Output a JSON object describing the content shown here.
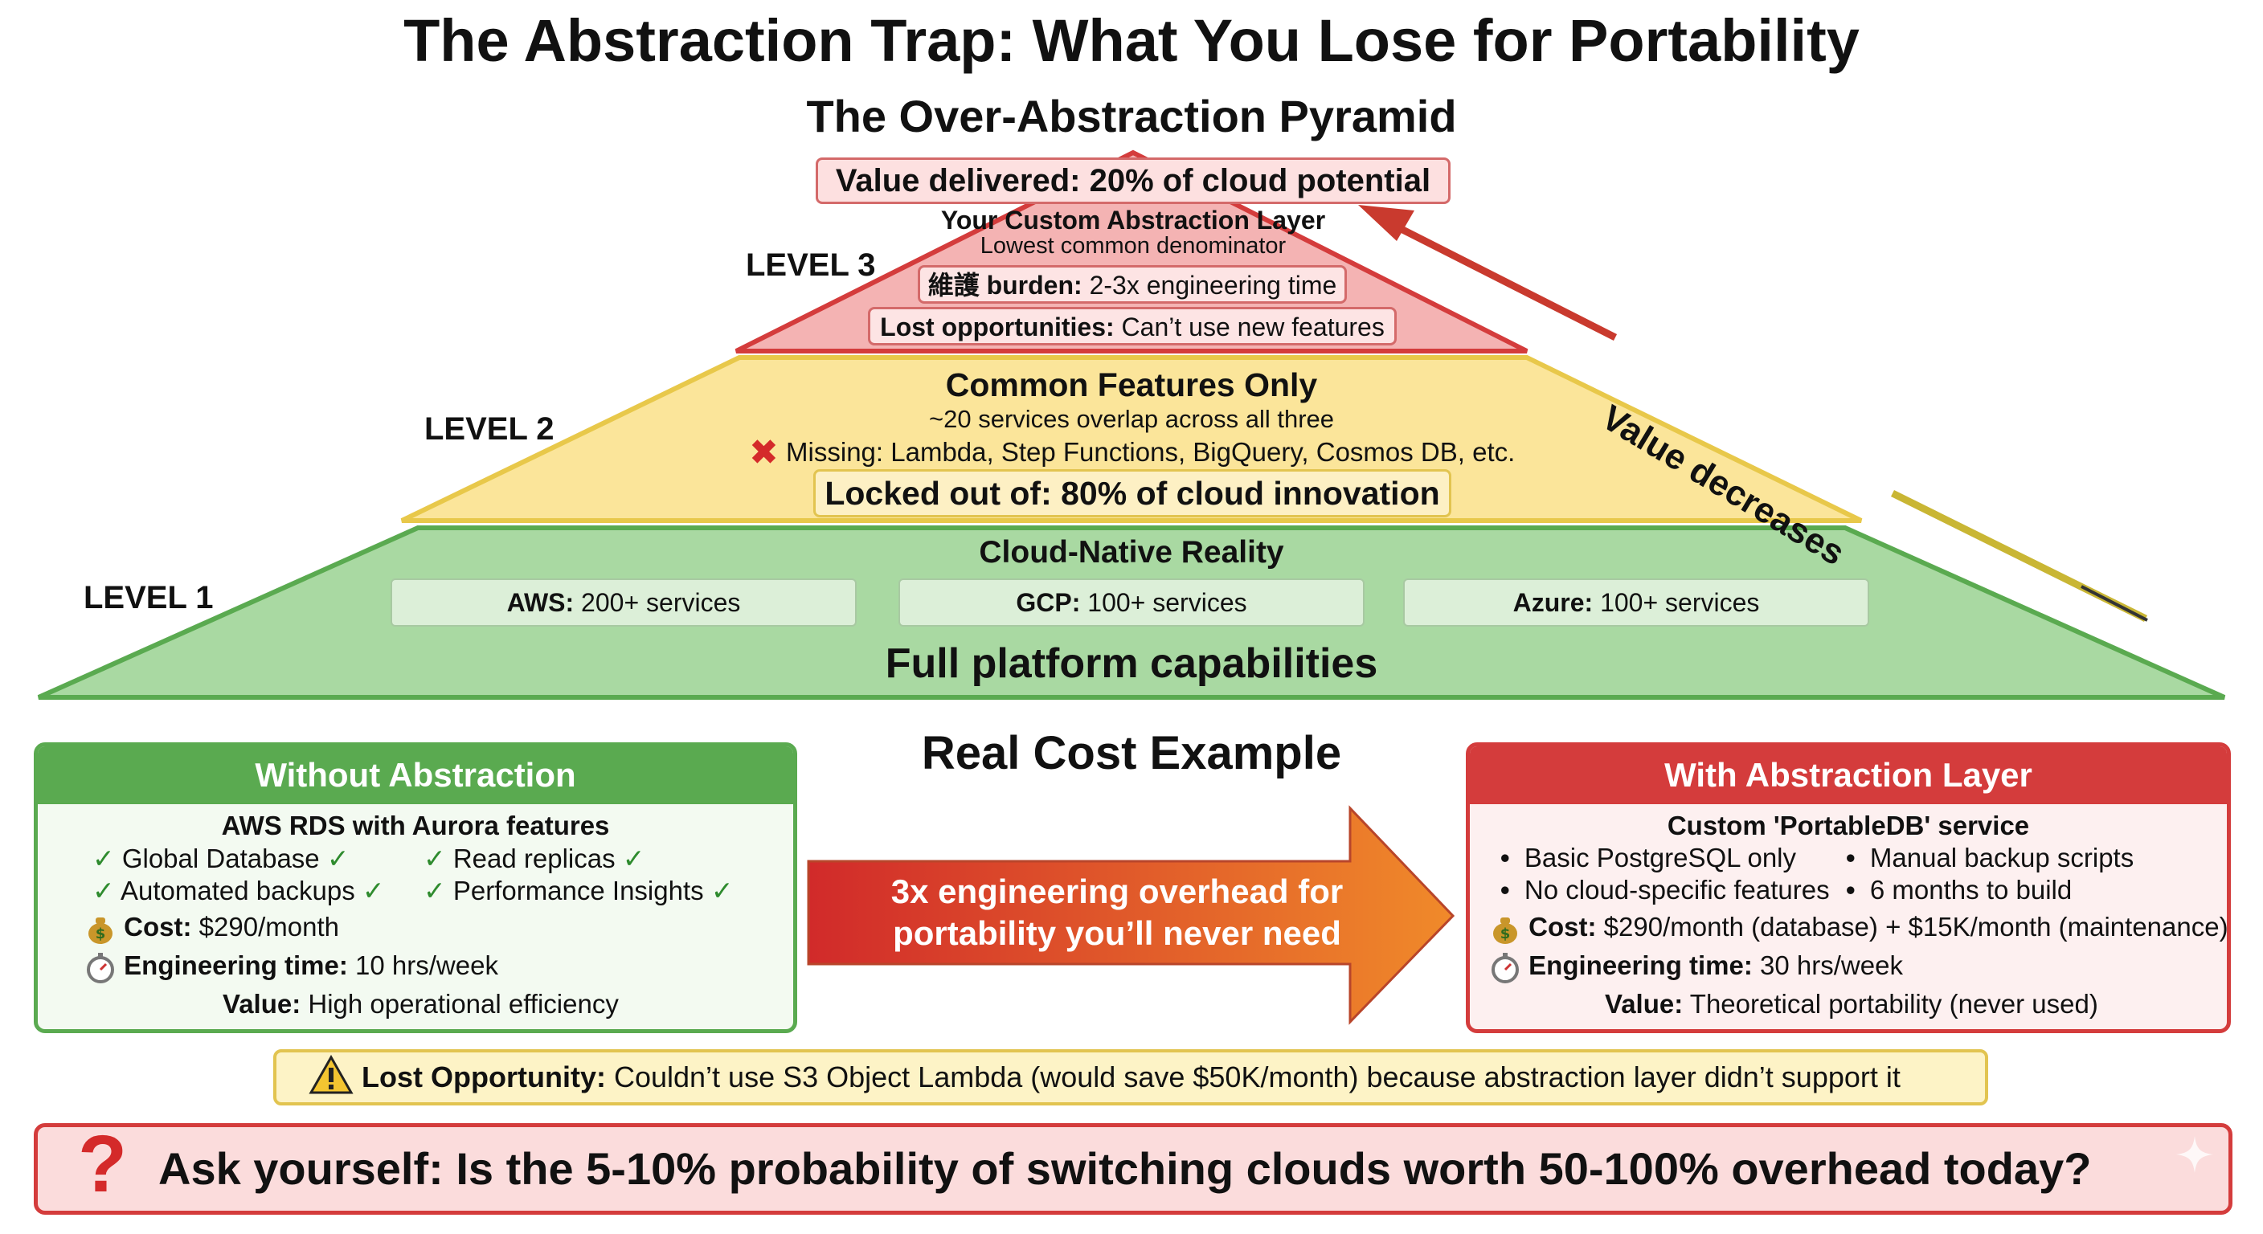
{
  "title": "The Abstraction Trap: What You Lose for Portability",
  "pyramid": {
    "title": "The Over-Abstraction Pyramid",
    "value_delivered": "Value delivered: 20% of cloud potential",
    "level3": {
      "label": "LEVEL 3",
      "heading": "Your Custom Abstraction Layer",
      "subheading": "Lowest common denominator",
      "burden_bold": "維護 burden:",
      "burden_text": " 2-3x engineering time",
      "lost_bold": "Lost opportunities:",
      "lost_text": " Can’t use new features"
    },
    "level2": {
      "label": "LEVEL 2",
      "heading": "Common Features Only",
      "subheading": "~20 services overlap across all three",
      "missing": "Missing: Lambda, Step Functions, BigQuery, Cosmos DB, etc.",
      "locked": "Locked out of: 80% of cloud innovation"
    },
    "level1": {
      "label": "LEVEL 1",
      "heading": "Cloud-Native Reality",
      "providers": [
        {
          "name": "AWS:",
          "count": " 200+ services"
        },
        {
          "name": "GCP:",
          "count": " 100+ services"
        },
        {
          "name": "Azure:",
          "count": " 100+ services"
        }
      ],
      "footer": "Full platform capabilities"
    },
    "value_arrow_label": "Value decreases"
  },
  "cost_example": {
    "title": "Real Cost Example",
    "without": {
      "header": "Without Abstraction",
      "subtitle": "AWS RDS with Aurora features",
      "features": [
        "Global Database",
        "Read replicas",
        "Automated backups",
        "Performance Insights"
      ],
      "cost_label": "Cost:",
      "cost_value": " $290/month",
      "time_label": "Engineering time:",
      "time_value": " 10 hrs/week",
      "value_label": "Value:",
      "value_value": " High operational efficiency"
    },
    "arrow_text_line1": "3x engineering overhead for",
    "arrow_text_line2": "portability you’ll never need",
    "with": {
      "header": "With Abstraction Layer",
      "subtitle": "Custom 'PortableDB' service",
      "bullets": [
        "Basic PostgreSQL only",
        "Manual backup scripts",
        "No cloud-specific features",
        "6 months to build"
      ],
      "cost_label": "Cost:",
      "cost_value": " $290/month (database) + $15K/month (maintenance)",
      "time_label": "Engineering time:",
      "time_value": " 30 hrs/week",
      "value_label": "Value:",
      "value_value": " Theoretical portability (never used)"
    }
  },
  "lost_opportunity": {
    "label": "Lost Opportunity:",
    "text": " Couldn’t use S3 Object Lambda (would save $50K/month) because abstraction layer didn’t support it"
  },
  "question": "Ask yourself: Is the 5-10% probability of switching clouds worth 50-100% overhead today?",
  "colors": {
    "green": "#5aaa50",
    "green_fill": "#a9d9a2",
    "yellow": "#e8c84a",
    "yellow_fill": "#fbe59a",
    "red": "#d43c3c",
    "red_fill": "#f4b3b3",
    "orange": "#ee8a2e"
  }
}
